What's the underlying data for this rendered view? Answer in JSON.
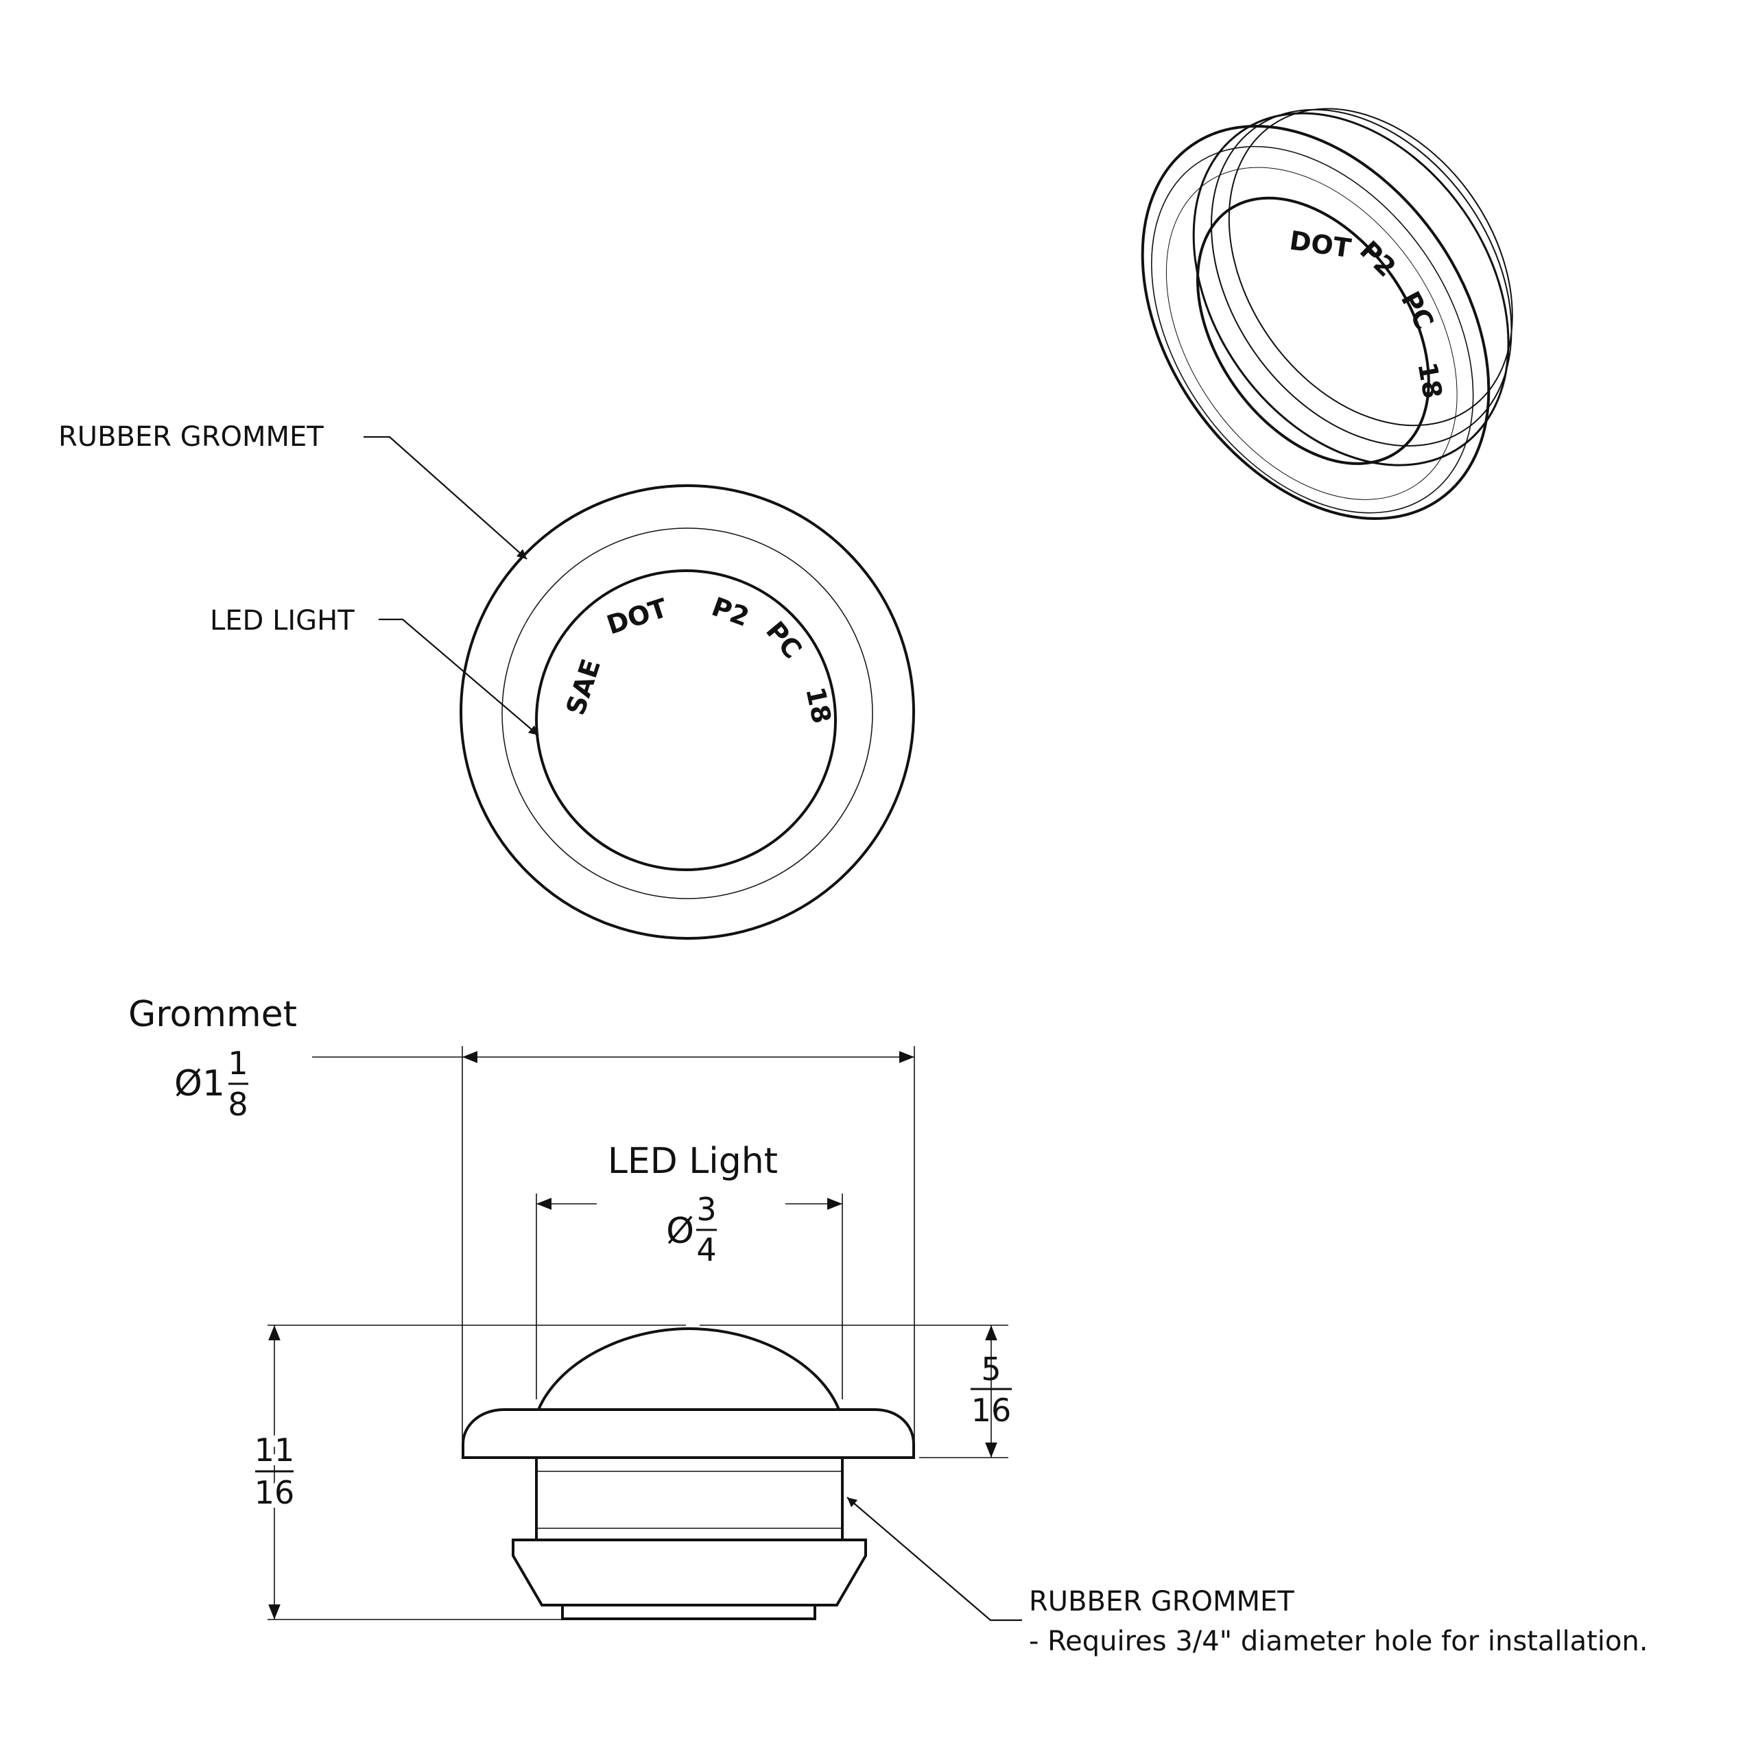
{
  "callouts": {
    "front_grommet": "RUBBER GROMMET",
    "front_led": "LED LIGHT",
    "side_grommet": "RUBBER GROMMET",
    "side_note": "- Requires 3/4\" diameter hole for installation."
  },
  "lens_markings": [
    "SAE",
    "DOT",
    "P2",
    "PC",
    "18"
  ],
  "iso_markings": [
    "DOT",
    "P2",
    "PC",
    "18"
  ],
  "dimensions": {
    "grommet": {
      "label": "Grommet",
      "prefix": "Ø1",
      "num": "1",
      "den": "8"
    },
    "led": {
      "label": "LED Light",
      "prefix": "Ø",
      "num": "3",
      "den": "4"
    },
    "lens_height": {
      "num": "5",
      "den": "16"
    },
    "total_height": {
      "num": "11",
      "den": "16"
    }
  }
}
